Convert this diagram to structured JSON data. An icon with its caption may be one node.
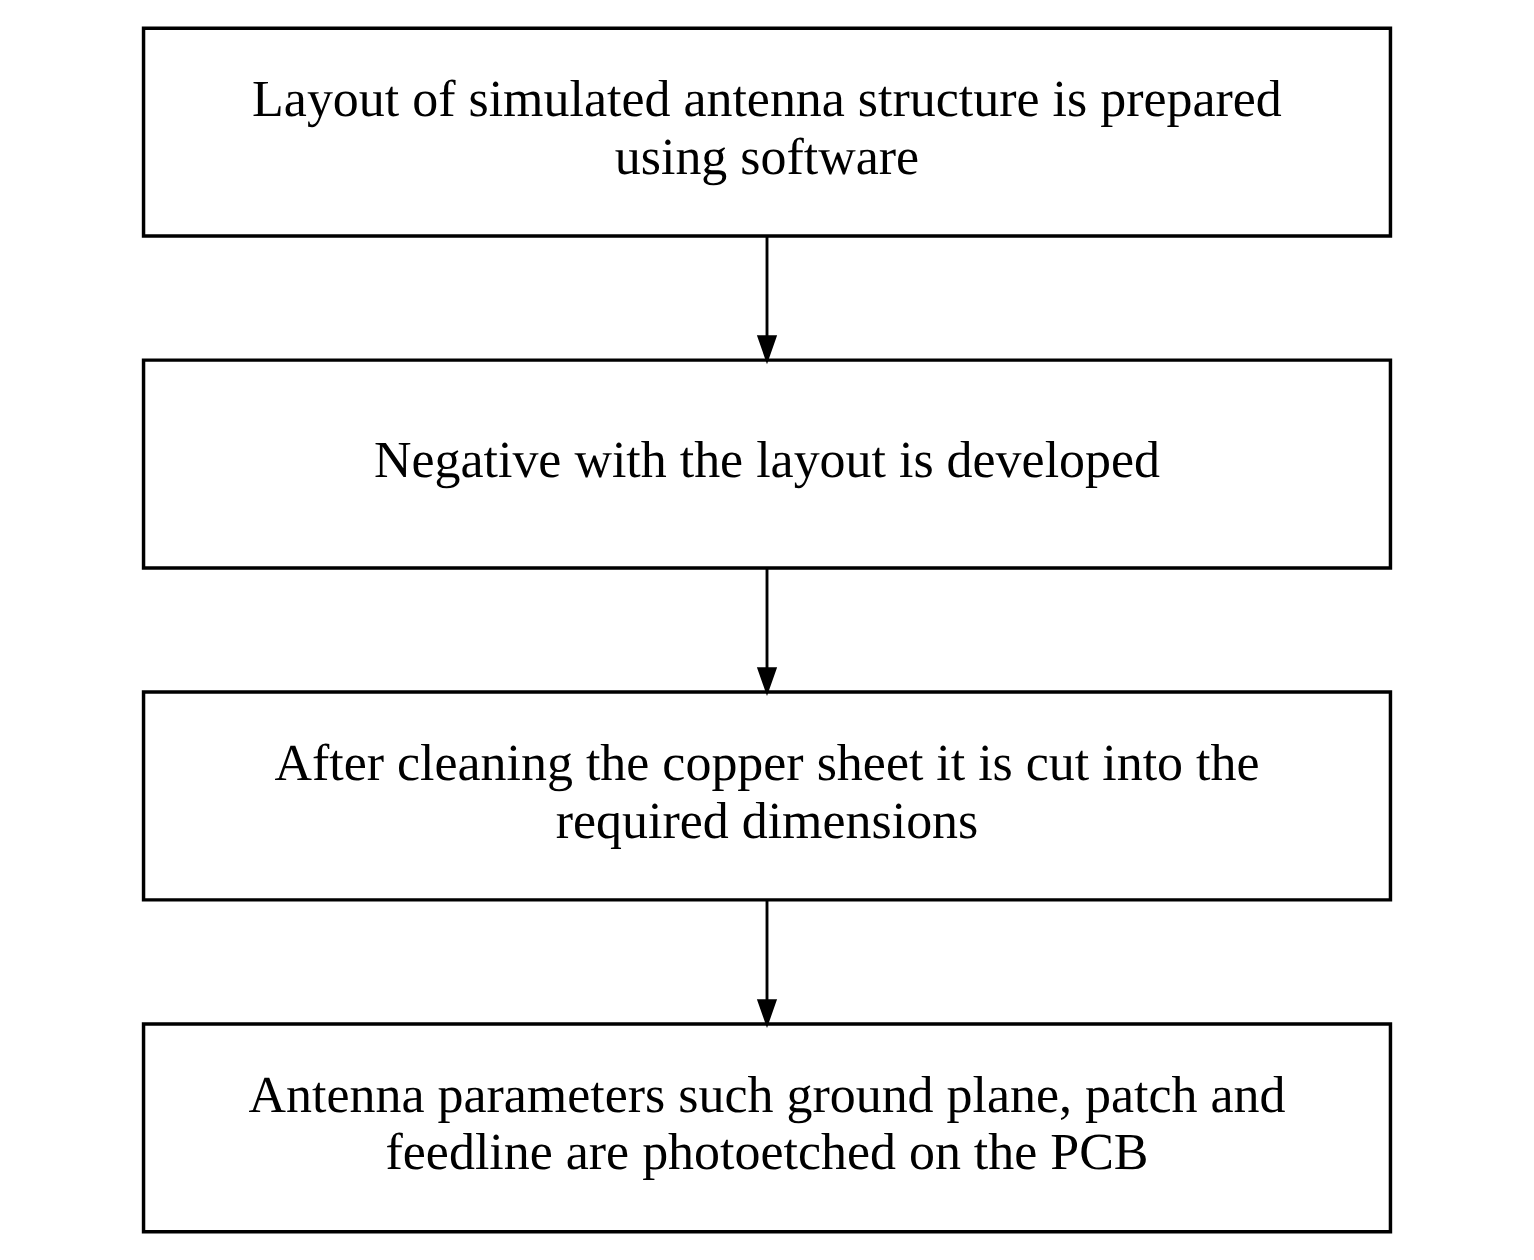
{
  "diagram": {
    "nodes": [
      {
        "text": [
          "Layout of simulated antenna structure is prepared using software"
        ]
      },
      {
        "text": [
          "Negative with the layout is developed"
        ]
      },
      {
        "text": [
          "After cleaning the copper sheet it is cut into the required dimensions"
        ]
      },
      {
        "text": [
          "Antenna parameters such ground plane, patch and feedline are photoetched on the PCB"
        ]
      }
    ],
    "edges": [
      {
        "from": 0,
        "to": 1,
        "arrow": "to"
      },
      {
        "from": 1,
        "to": 2,
        "arrow": "to"
      },
      {
        "from": 2,
        "to": 3,
        "arrow": "to"
      }
    ]
  }
}
